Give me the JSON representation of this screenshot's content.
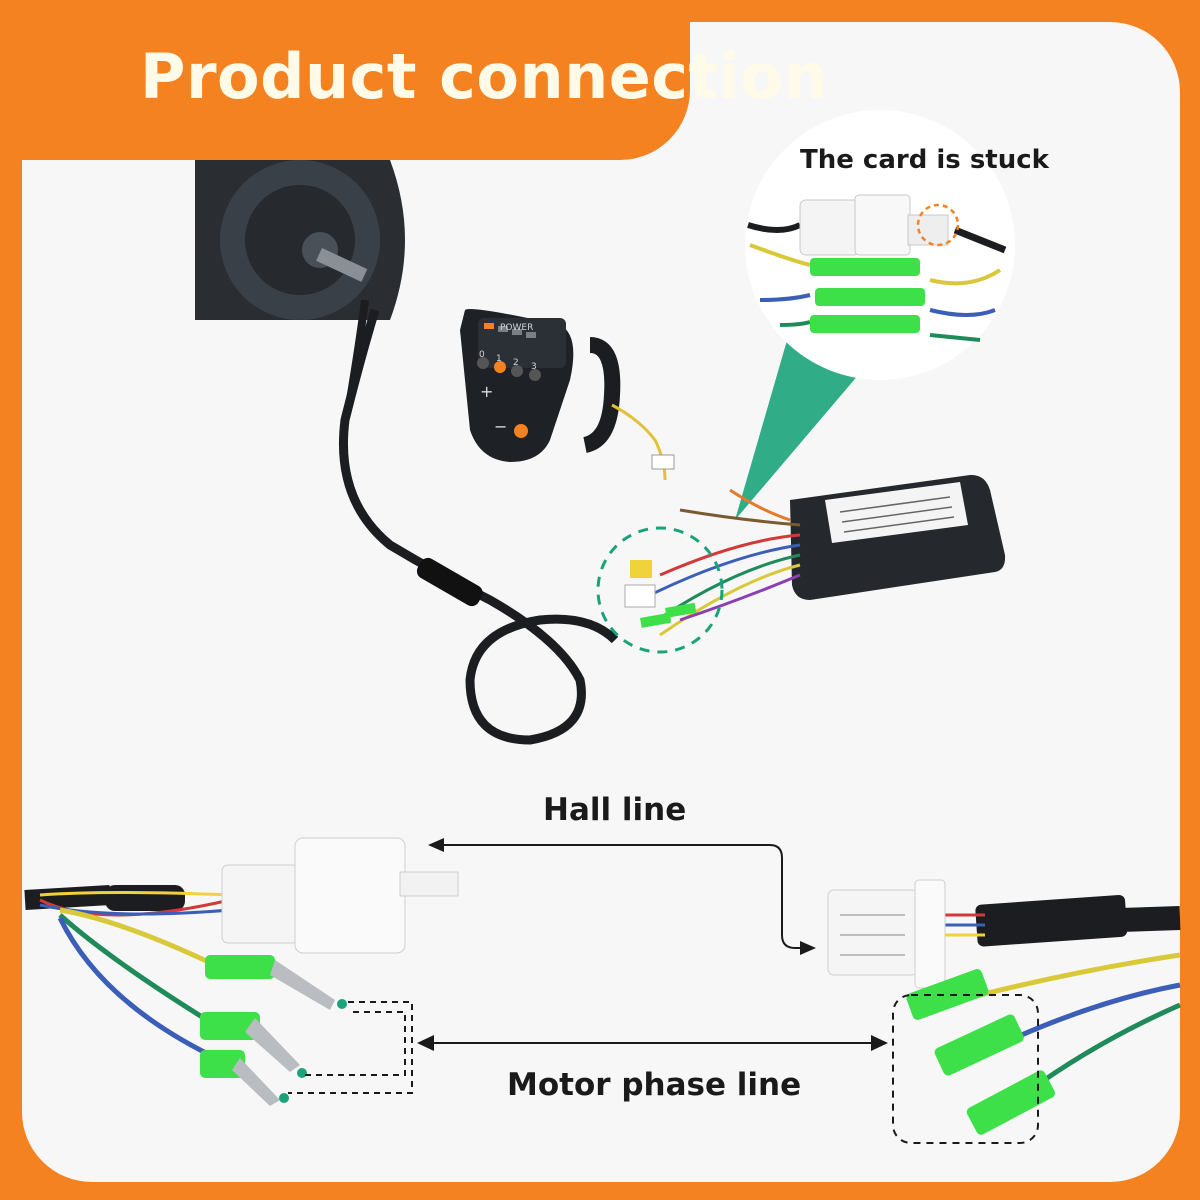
{
  "header": {
    "title": "Product connection"
  },
  "callout": {
    "title": "The card is stuck"
  },
  "display": {
    "brand_text": "POWER",
    "level_numbers": [
      "0",
      "1",
      "2",
      "3"
    ],
    "plus_sign": "+",
    "minus_sign": "−"
  },
  "diagram": {
    "hall_label": "Hall line",
    "phase_label": "Motor phase line"
  },
  "colors": {
    "brand_orange": "#f58220",
    "card_background": "#f7f7f7",
    "connector_green": "#3ee04a",
    "callout_teal": "#1aa37a",
    "wire_yellow": "#d9c93a",
    "wire_blue": "#3b5fb8",
    "wire_green": "#1f8a5a"
  },
  "icons": {
    "hub_motor": "hub-motor-icon",
    "display": "power-display-icon",
    "controller": "controller-box-icon"
  }
}
